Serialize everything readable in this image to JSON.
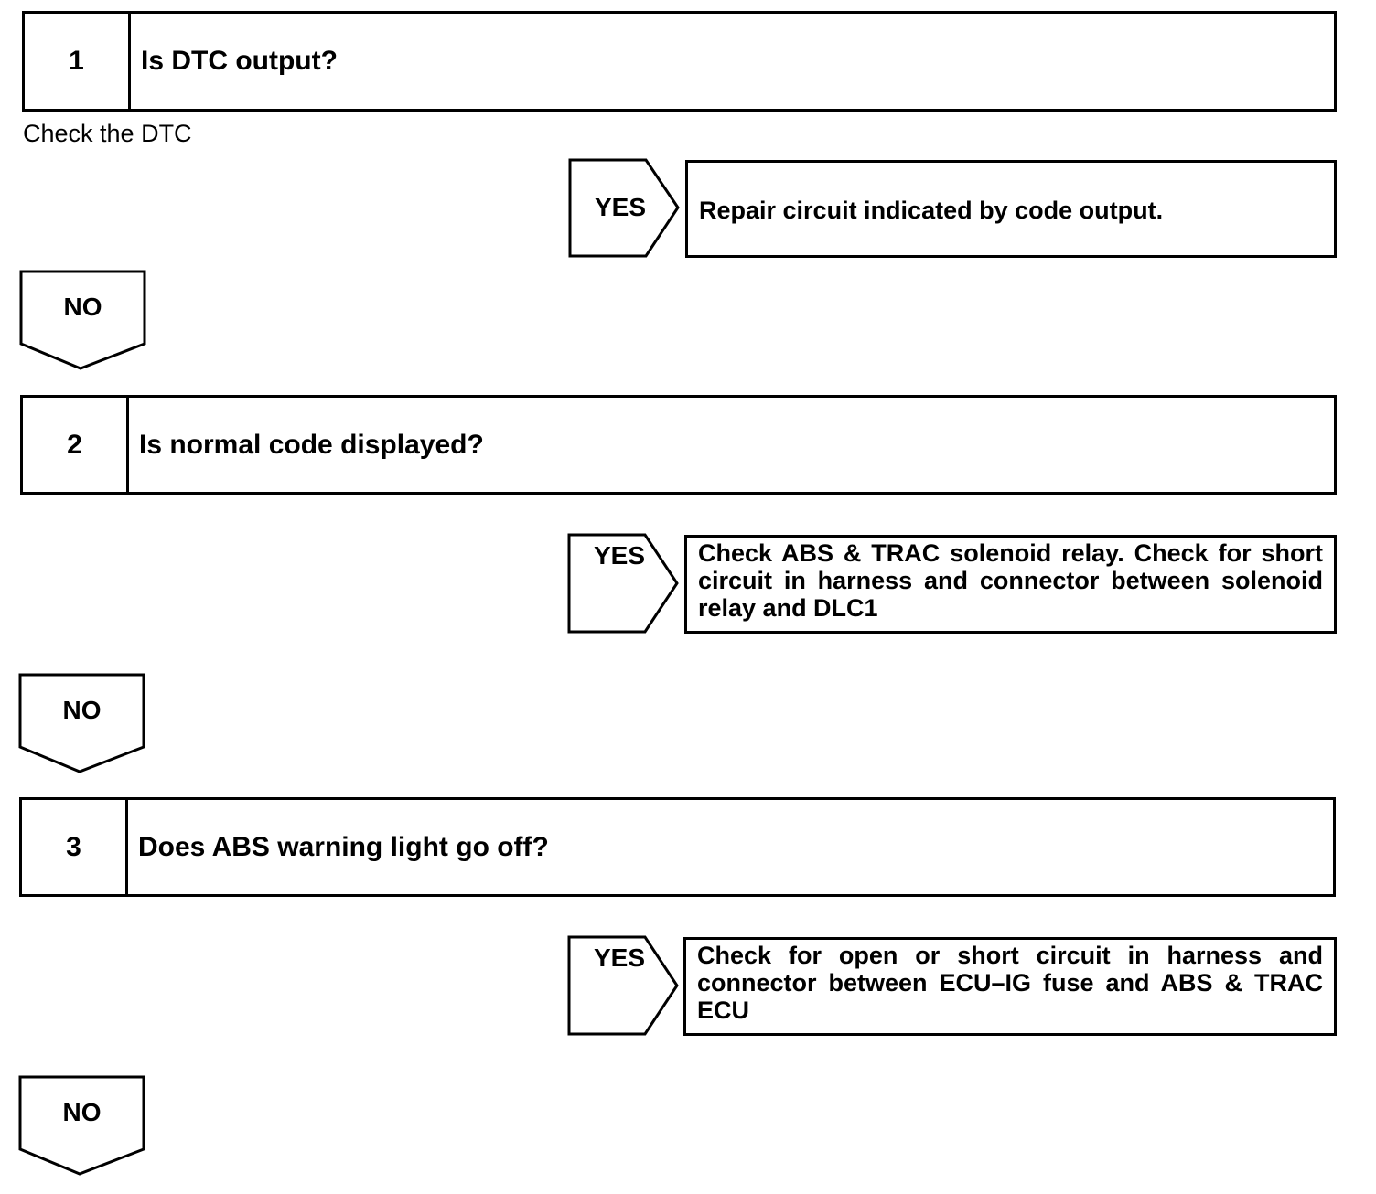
{
  "steps": [
    {
      "number": "1",
      "question": "Is DTC output?"
    },
    {
      "number": "2",
      "question": "Is normal code displayed?"
    },
    {
      "number": "3",
      "question": "Does ABS warning light go off?"
    }
  ],
  "step1_note": "Check the DTC",
  "yes_label": "YES",
  "no_label": "NO",
  "results": [
    "Repair circuit indicated by code output.",
    "Check ABS & TRAC solenoid relay. Check for short circuit in harness and connector between solenoid relay and DLC1",
    "Check for open or short circuit in harness and connector between ECU–IG fuse and ABS & TRAC ECU"
  ]
}
